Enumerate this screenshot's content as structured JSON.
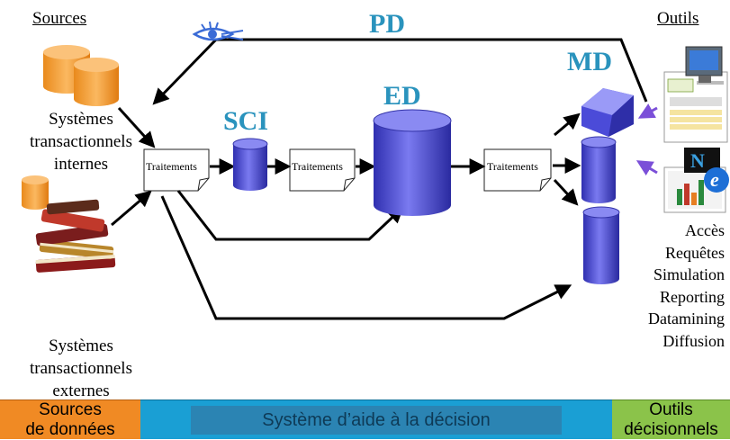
{
  "headers": {
    "sources": "Sources",
    "outils": "Outils"
  },
  "labels": {
    "internes": [
      "Systèmes",
      "transactionnels",
      "internes"
    ],
    "externes": [
      "Systèmes",
      "transactionnels",
      "externes"
    ],
    "traitements": "Traitements"
  },
  "acronyms": {
    "pd": "PD",
    "sci": "SCI",
    "ed": "ED",
    "md": "MD"
  },
  "tools": [
    "Accès",
    "Requêtes",
    "Simulation",
    "Reporting",
    "Datamining",
    "Diffusion"
  ],
  "bottom_band": {
    "left": [
      "Sources",
      "de données"
    ],
    "middle": "Système d’aide à la décision",
    "right": [
      "Outils",
      "décisionnels"
    ]
  },
  "colors": {
    "acronym": "#2a93bd",
    "cylinder_fill": "#5a5ae0",
    "source_db_fill": "#f7a640",
    "band_left": "#f08a24",
    "band_middle": "#1a9fd4",
    "band_right": "#8bc34a"
  }
}
